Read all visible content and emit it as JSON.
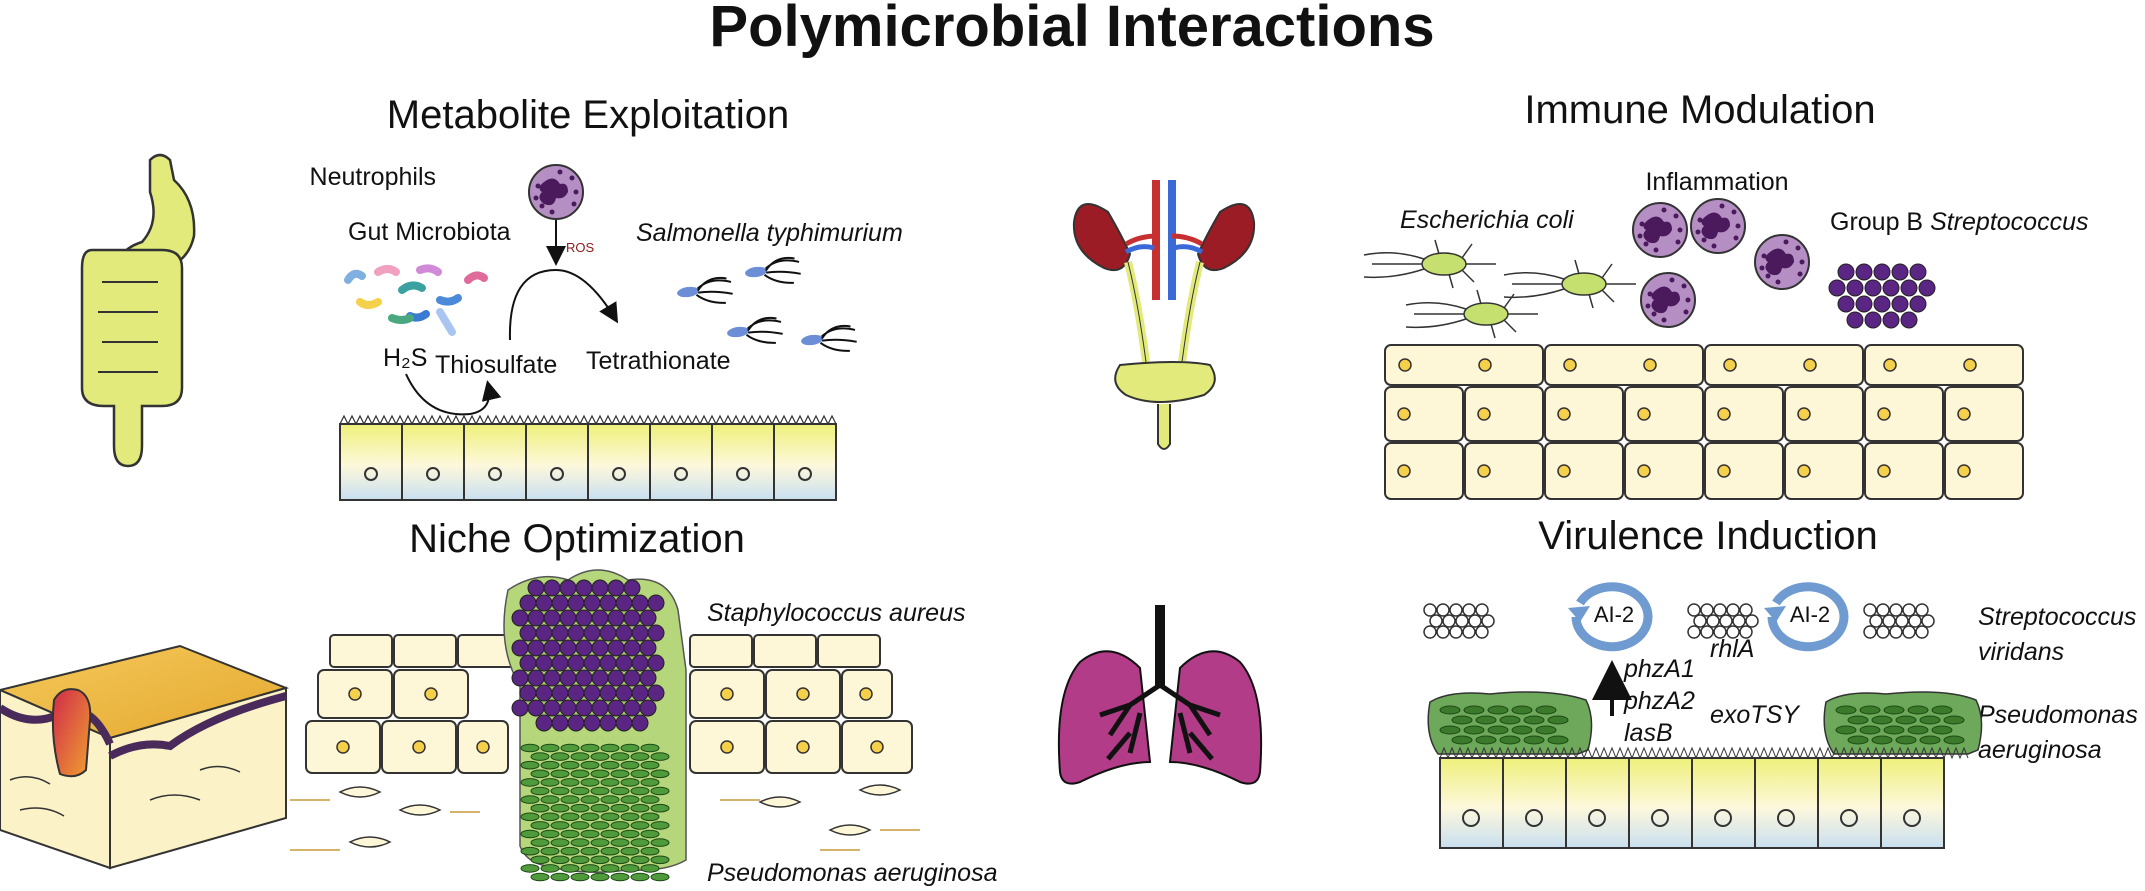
{
  "title": "Polymicrobial Interactions",
  "panels": {
    "metabolite": {
      "heading": "Metabolite Exploitation",
      "labels": {
        "neutrophils": "Neutrophils",
        "gut_microbiota": "Gut Microbiota",
        "salmonella": "Salmonella typhimurium",
        "ros": "ROS",
        "h2s": "H₂S",
        "thiosulfate": "Thiosulfate",
        "tetrathionate": "Tetrathionate"
      }
    },
    "immune": {
      "heading": "Immune Modulation",
      "labels": {
        "ecoli": "Escherichia coli",
        "inflammation": "Inflammation",
        "gbs_prefix": "Group B ",
        "gbs_species": "Streptococcus"
      }
    },
    "niche": {
      "heading": "Niche Optimization",
      "labels": {
        "staph": "Staphylococcus aureus",
        "pseudomonas": "Pseudomonas aeruginosa"
      }
    },
    "virulence": {
      "heading": "Virulence Induction",
      "labels": {
        "ai2_left": "AI-2",
        "ai2_right": "AI-2",
        "genes_left": [
          "phzA1",
          "phzA2",
          "lasB"
        ],
        "genes_right": [
          "rhlA",
          "exoTSY"
        ],
        "strep_line1": "Streptococcus",
        "strep_line2": "viridans",
        "pseudo_line1": "Pseudomonas",
        "pseudo_line2": "aeruginosa"
      }
    }
  },
  "icons": [
    "intestine-icon",
    "kidney-icon",
    "lung-icon",
    "skin-wound-icon",
    "neutrophil-icon"
  ],
  "colors": {
    "intestine": "#e1ea7a",
    "kidney": "#9b1c24",
    "bladder": "#e1ea7a",
    "lung": "#b23c87",
    "neutrophil": "#b58fc4",
    "strep_gbs": "#5b2584",
    "staph": "#5b2584",
    "pseudomonas": "#4f9a3a",
    "epithelium": "#fdf7d8",
    "ai2_arrow": "#6f9bd0"
  }
}
